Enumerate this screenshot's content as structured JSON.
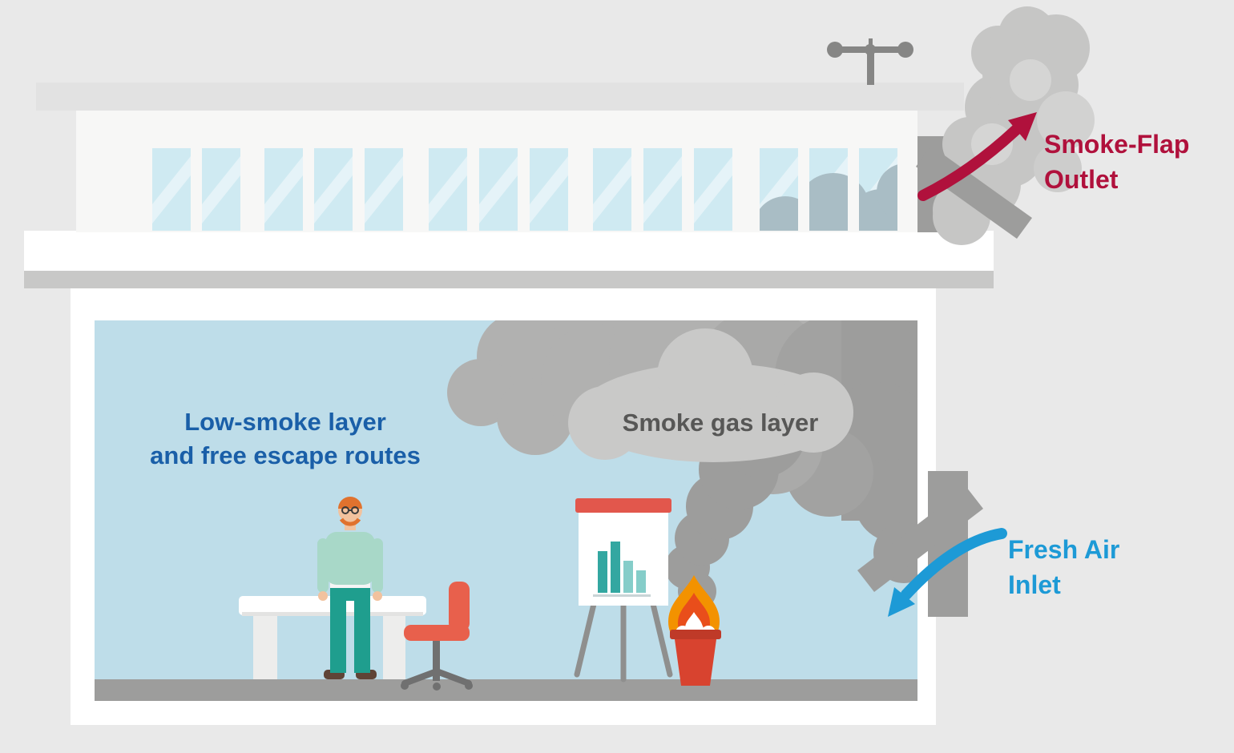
{
  "labels": {
    "smoke_flap": {
      "line1": "Smoke-Flap",
      "line2": "Outlet"
    },
    "fresh_air": {
      "line1": "Fresh Air",
      "line2": "Inlet"
    },
    "low_smoke": {
      "line1": "Low-smoke layer",
      "line2": "and free escape routes"
    },
    "smoke_gas": "Smoke gas layer"
  },
  "colors": {
    "background": "#e9e9e9",
    "smoke_flap_accent": "#b0113c",
    "fresh_air_accent": "#1d9ad6",
    "low_smoke_accent": "#1a5fa8",
    "smoke_gas_text": "#575756",
    "interior_air": "#bedde9",
    "smoke_dark": "#9d9d9c",
    "smoke_mid": "#b1b1b0",
    "smoke_light": "#c6c6c5",
    "window_glass": "#cfeaf2",
    "flap_gray": "#9d9d9c",
    "floor_gray": "#9d9d9c",
    "fire_outer": "#f39200",
    "fire_inner": "#e94e1b",
    "bin_red": "#d8432f",
    "chair_red": "#e8604c"
  },
  "scene": {
    "elements": [
      "roof-monitor-with-clerestory-windows",
      "anemometer",
      "smoke-flap-outlet-with-exhaust-plume",
      "interior-smoke-gas-layer",
      "low-smoke-escape-zone",
      "person-standing",
      "desk",
      "office-chair",
      "flipchart-with-bar-chart",
      "burning-waste-bin",
      "fresh-air-inlet-flap"
    ]
  }
}
